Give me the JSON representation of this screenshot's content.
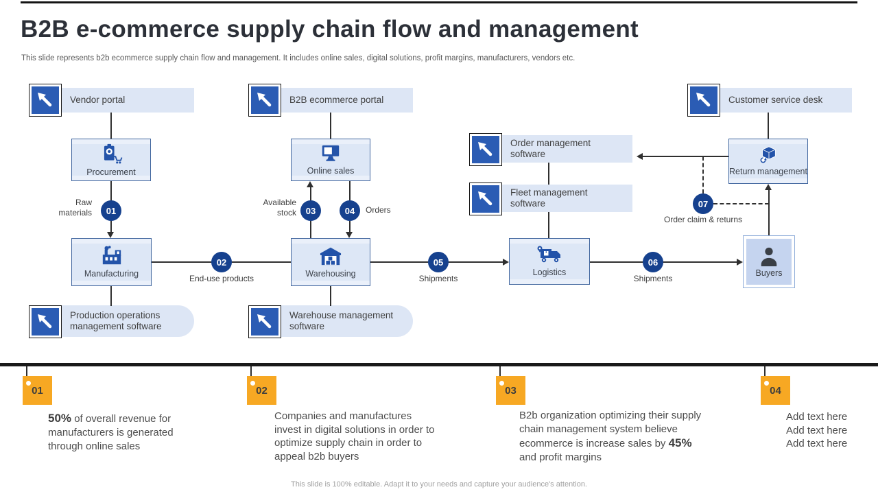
{
  "header": {
    "title": "B2B e-commerce supply chain flow and management",
    "subtitle": "This slide represents b2b ecommerce supply chain flow and management. It includes online sales, digital solutions, profit margins, manufacturers, vendors etc."
  },
  "colors": {
    "tile_blue": "#2b5cb4",
    "icon_blue": "#2353a9",
    "badge_navy": "#16418e",
    "label_light_blue": "#dde6f5",
    "node_fill": "#dde7f6",
    "tag_orange": "#f7a823"
  },
  "icons": {
    "portal_tile": "arrow-up-left-icon",
    "node_icons": [
      "procurement-icon",
      "online-sales-icon",
      "manufacturing-icon",
      "warehousing-icon",
      "logistics-icon",
      "return-management-icon",
      "buyers-icon"
    ]
  },
  "diagram": {
    "portals": [
      {
        "label": "Vendor portal"
      },
      {
        "label": "B2B ecommerce portal"
      },
      {
        "label": "Customer service desk"
      }
    ],
    "software": [
      {
        "label": "Order management software"
      },
      {
        "label": "Fleet management software"
      },
      {
        "label": "Production operations management software"
      },
      {
        "label": "Warehouse management software"
      }
    ],
    "nodes": {
      "procurement": "Procurement",
      "online_sales": "Online sales",
      "manufacturing": "Manufacturing",
      "warehousing": "Warehousing",
      "logistics": "Logistics",
      "return_management": "Return management",
      "buyers": "Buyers"
    },
    "steps": [
      {
        "num": "01",
        "label": "Raw materials"
      },
      {
        "num": "02",
        "label": "End-use products"
      },
      {
        "num": "03",
        "label": "Available stock"
      },
      {
        "num": "04",
        "label": "Orders"
      },
      {
        "num": "05",
        "label": "Shipments"
      },
      {
        "num": "06",
        "label": "Shipments"
      },
      {
        "num": "07",
        "label": "Order claim & returns"
      }
    ]
  },
  "timeline": {
    "items": [
      {
        "num": "01",
        "bold": "50%",
        "rest": " of overall revenue for manufacturers is generated through online sales"
      },
      {
        "num": "02",
        "text": "Companies and manufactures invest in digital solutions in order to optimize supply chain in order to appeal b2b buyers"
      },
      {
        "num": "03",
        "pre": "B2b organization optimizing their supply chain management system believe ecommerce is increase sales by ",
        "bold": "45%",
        "post": " and profit margins"
      },
      {
        "num": "04",
        "lines": [
          "Add text here",
          "Add text here",
          "Add text here"
        ]
      }
    ]
  },
  "footer": {
    "note": "This slide is 100% editable. Adapt it to your needs and capture your audience's attention."
  }
}
